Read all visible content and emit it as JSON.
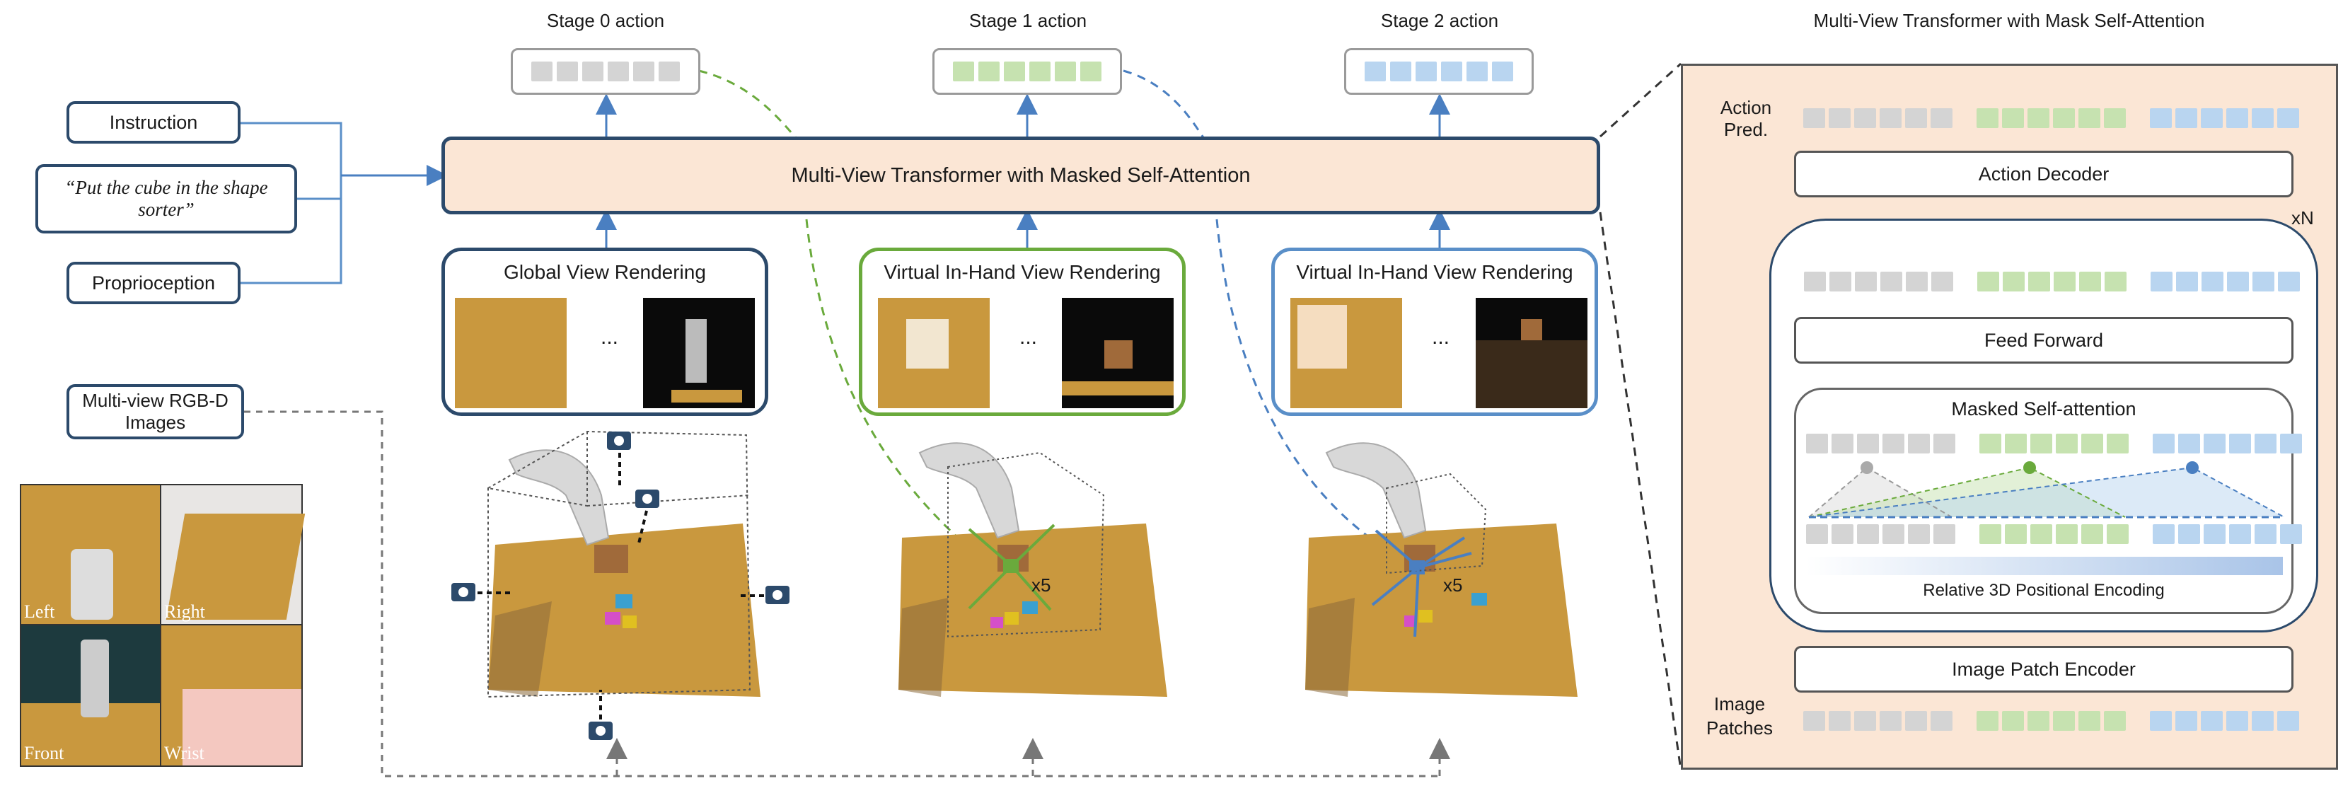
{
  "inputs": {
    "instruction": "Instruction",
    "quote": "“Put the cube in the shape sorter”",
    "proprioception": "Proprioception",
    "multiview": "Multi-view RGB-D Images"
  },
  "camera_views": [
    "Left",
    "Right",
    "Front",
    "Wrist"
  ],
  "stages": [
    {
      "label": "Stage 0 action",
      "color": "#d4d4d4"
    },
    {
      "label": "Stage 1 action",
      "color": "#c6e2b0"
    },
    {
      "label": "Stage 2 action",
      "color": "#b9d5f0"
    }
  ],
  "main_transformer": "Multi-View Transformer with Masked Self-Attention",
  "renderings": [
    {
      "title": "Global View Rendering",
      "border": "#2c4a6b",
      "ellipsis": "..."
    },
    {
      "title": "Virtual In-Hand View Rendering",
      "border": "#6aaa3c",
      "ellipsis": "..."
    },
    {
      "title": "Virtual In-Hand View Rendering",
      "border": "#5a8fc8",
      "ellipsis": "..."
    }
  ],
  "zoom_labels": [
    "x5",
    "x5"
  ],
  "detail": {
    "title": "Multi-View Transformer with Mask Self-Attention",
    "action_pred": "Action Pred.",
    "action_decoder": "Action Decoder",
    "repeat": "xN",
    "feed_forward": "Feed Forward",
    "masked_self_attention": "Masked Self-attention",
    "positional_encoding": "Relative 3D Positional Encoding",
    "image_patch_encoder": "Image Patch Encoder",
    "image_patches": "Image Patches"
  },
  "colors": {
    "navy": "#2c4a6b",
    "peach": "#fbe6d5",
    "green": "#6aaa3c",
    "blue": "#5a8fc8",
    "arrow_blue": "#4a7fc1"
  }
}
